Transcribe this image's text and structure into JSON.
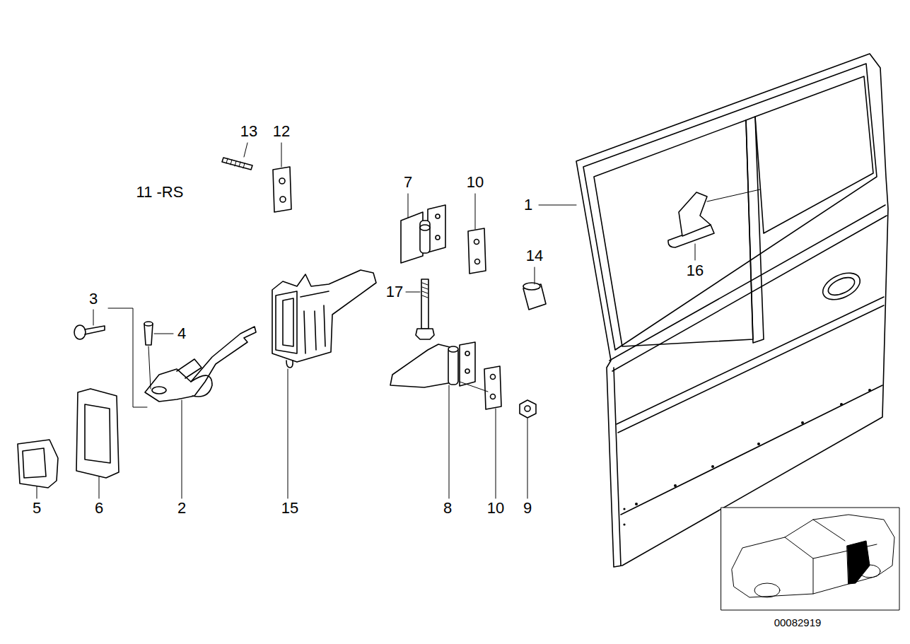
{
  "diagram": {
    "labels": [
      "13",
      "12",
      "11 -RS",
      "7",
      "10",
      "1",
      "14",
      "16",
      "3",
      "4",
      "17",
      "5",
      "6",
      "2",
      "15",
      "8",
      "10",
      "9",
      "00082919"
    ]
  }
}
